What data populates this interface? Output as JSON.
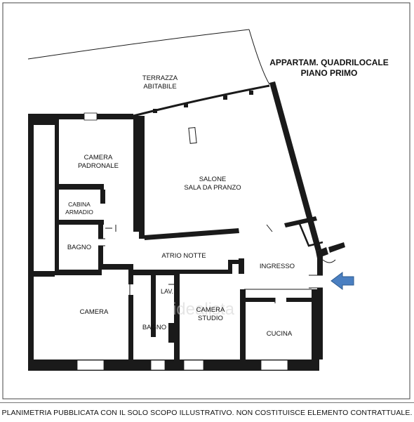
{
  "title": {
    "line1": "APPARTAM. QUADRILOCALE",
    "line2": "PIANO PRIMO"
  },
  "rooms": {
    "terrazza": [
      "TERRAZZA",
      "ABITABILE"
    ],
    "camera_padronale": [
      "CAMERA",
      "PADRONALE"
    ],
    "salone": [
      "SALONE",
      "SALA DA PRANZO"
    ],
    "cabina_armadio": [
      "CABINA",
      "ARMADIO"
    ],
    "bagno_1": "BAGNO",
    "atrio_notte": "ATRIO NOTTE",
    "ingresso": "INGRESSO",
    "camera": "CAMERA",
    "lav": "LAV.",
    "camera_studio": [
      "CAMERA",
      "STUDIO"
    ],
    "bagno_2": "BAGNO",
    "cucina": "CUCINA"
  },
  "entrance_arrow_color": "#4a7fc1",
  "watermark": "idealista",
  "footer": "PLANIMETRIA PUBBLICATA CON IL SOLO SCOPO ILLUSTRATIVO. NON COSTITUISCE ELEMENTO CONTRATTUALE."
}
